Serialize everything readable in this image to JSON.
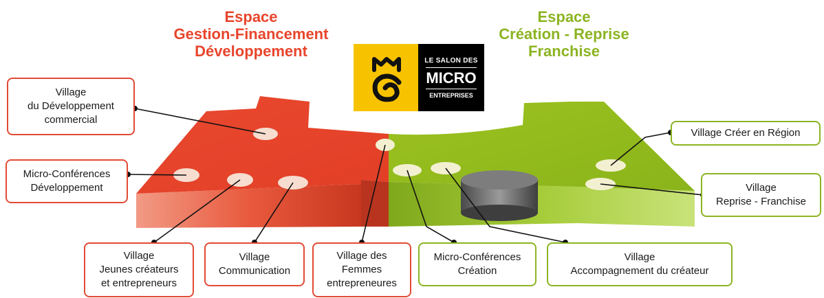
{
  "titles": {
    "left": [
      "Espace",
      "Gestion-Financement",
      "Développement"
    ],
    "right": [
      "Espace",
      "Création - Reprise",
      "Franchise"
    ]
  },
  "logo": {
    "line1": "LE SALON DES",
    "line2": "MICRO",
    "line3": "ENTREPRISES"
  },
  "labels": {
    "developpement_commercial": "Village\ndu Développement\ncommercial",
    "micro_conf_dev": "Micro-Conférences\nDéveloppement",
    "jeunes_createurs": "Village\nJeunes créateurs\net entrepreneurs",
    "communication": "Village\nCommunication",
    "femmes": "Village des\nFemmes\nentrepreneures",
    "micro_conf_creation": "Micro-Conférences\nCréation",
    "accompagnement": "Village\nAccompagnement du créateur",
    "creer_region": "Village Créer en Région",
    "reprise_franchise": "Village\nReprise - Franchise"
  },
  "colors": {
    "red": "#e8452c",
    "green": "#8cb422",
    "logo_yellow": "#f7c300"
  }
}
